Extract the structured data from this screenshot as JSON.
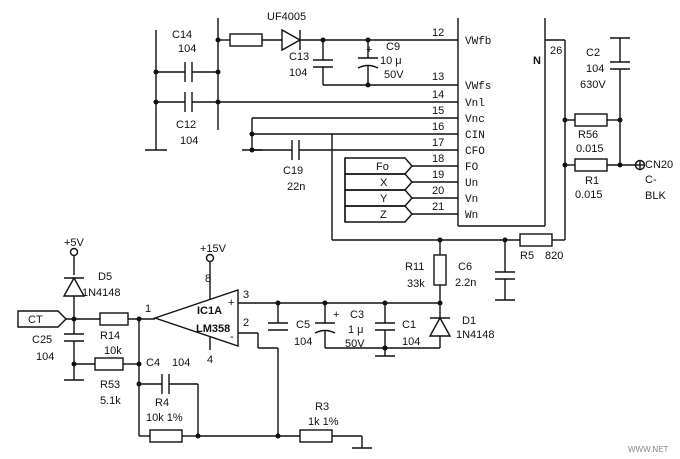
{
  "components": {
    "C14": {
      "ref": "C14",
      "value": "104"
    },
    "C12": {
      "ref": "C12",
      "value": "104"
    },
    "UF4005": {
      "ref": "UF4005"
    },
    "C13": {
      "ref": "C13",
      "value": "104"
    },
    "C9": {
      "ref": "C9",
      "value": "10 μ",
      "voltage": "50V"
    },
    "C19": {
      "ref": "C19",
      "value": "22n"
    },
    "C2": {
      "ref": "C2",
      "value": "104",
      "voltage": "630V"
    },
    "R56": {
      "ref": "R56",
      "value": "0.015"
    },
    "R1": {
      "ref": "R1",
      "value": "0.015"
    },
    "R5": {
      "ref": "R5",
      "value": "820"
    },
    "R11": {
      "ref": "R11",
      "value": "33k"
    },
    "C6": {
      "ref": "C6",
      "value": "2.2n"
    },
    "D5": {
      "ref": "D5",
      "value": "1N4148"
    },
    "D1": {
      "ref": "D1",
      "value": "1N4148"
    },
    "R14": {
      "ref": "R14",
      "value": "10k"
    },
    "C25": {
      "ref": "C25",
      "value": "104"
    },
    "R53": {
      "ref": "R53",
      "value": "5.1k"
    },
    "C4": {
      "ref": "C4",
      "value": "104"
    },
    "R4": {
      "ref": "R4",
      "value": "10k 1%"
    },
    "R3": {
      "ref": "R3",
      "value": "1k 1%"
    },
    "C5": {
      "ref": "C5",
      "value": "104"
    },
    "C3": {
      "ref": "C3",
      "value": "1 μ",
      "voltage": "50V"
    },
    "C1": {
      "ref": "C1",
      "value": "104"
    },
    "IC1A": {
      "ref": "IC1A",
      "part": "LM358",
      "plus": "+",
      "minus": "-"
    }
  },
  "ic_pins": [
    {
      "num": "12",
      "name": "VWfb"
    },
    {
      "num": "13",
      "name": "VWfs"
    },
    {
      "num": "14",
      "name": "Vnl"
    },
    {
      "num": "15",
      "name": "Vnc"
    },
    {
      "num": "16",
      "name": "CIN"
    },
    {
      "num": "17",
      "name": "CFO"
    },
    {
      "num": "18",
      "name": "FO"
    },
    {
      "num": "19",
      "name": "Un"
    },
    {
      "num": "20",
      "name": "Vn"
    },
    {
      "num": "21",
      "name": "Wn"
    }
  ],
  "ic_extra": {
    "pin_n_label": "N",
    "pin_n_num": "26"
  },
  "signals": [
    "Fo",
    "X",
    "Y",
    "Z"
  ],
  "opamp_pins": {
    "p1": "1",
    "p2": "2",
    "p3": "3",
    "p4": "4",
    "p8": "8"
  },
  "supplies": {
    "v5": "+5V",
    "v15": "+15V"
  },
  "connectors": {
    "ct": "CT",
    "cn20": "CN20",
    "cn20_sig1": "C-",
    "cn20_sig2": "BLK"
  },
  "watermark": "WWW.NET"
}
